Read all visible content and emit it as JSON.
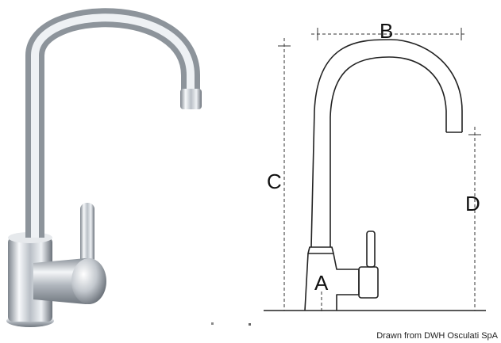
{
  "dimensions": {
    "a": "A",
    "b": "B",
    "c": "C",
    "d": "D"
  },
  "credit": "Drawn from DWH Osculati SpA",
  "colors": {
    "line": "#222222",
    "chrome_light": "#f4f6f8",
    "chrome_dark": "#6a717a"
  }
}
